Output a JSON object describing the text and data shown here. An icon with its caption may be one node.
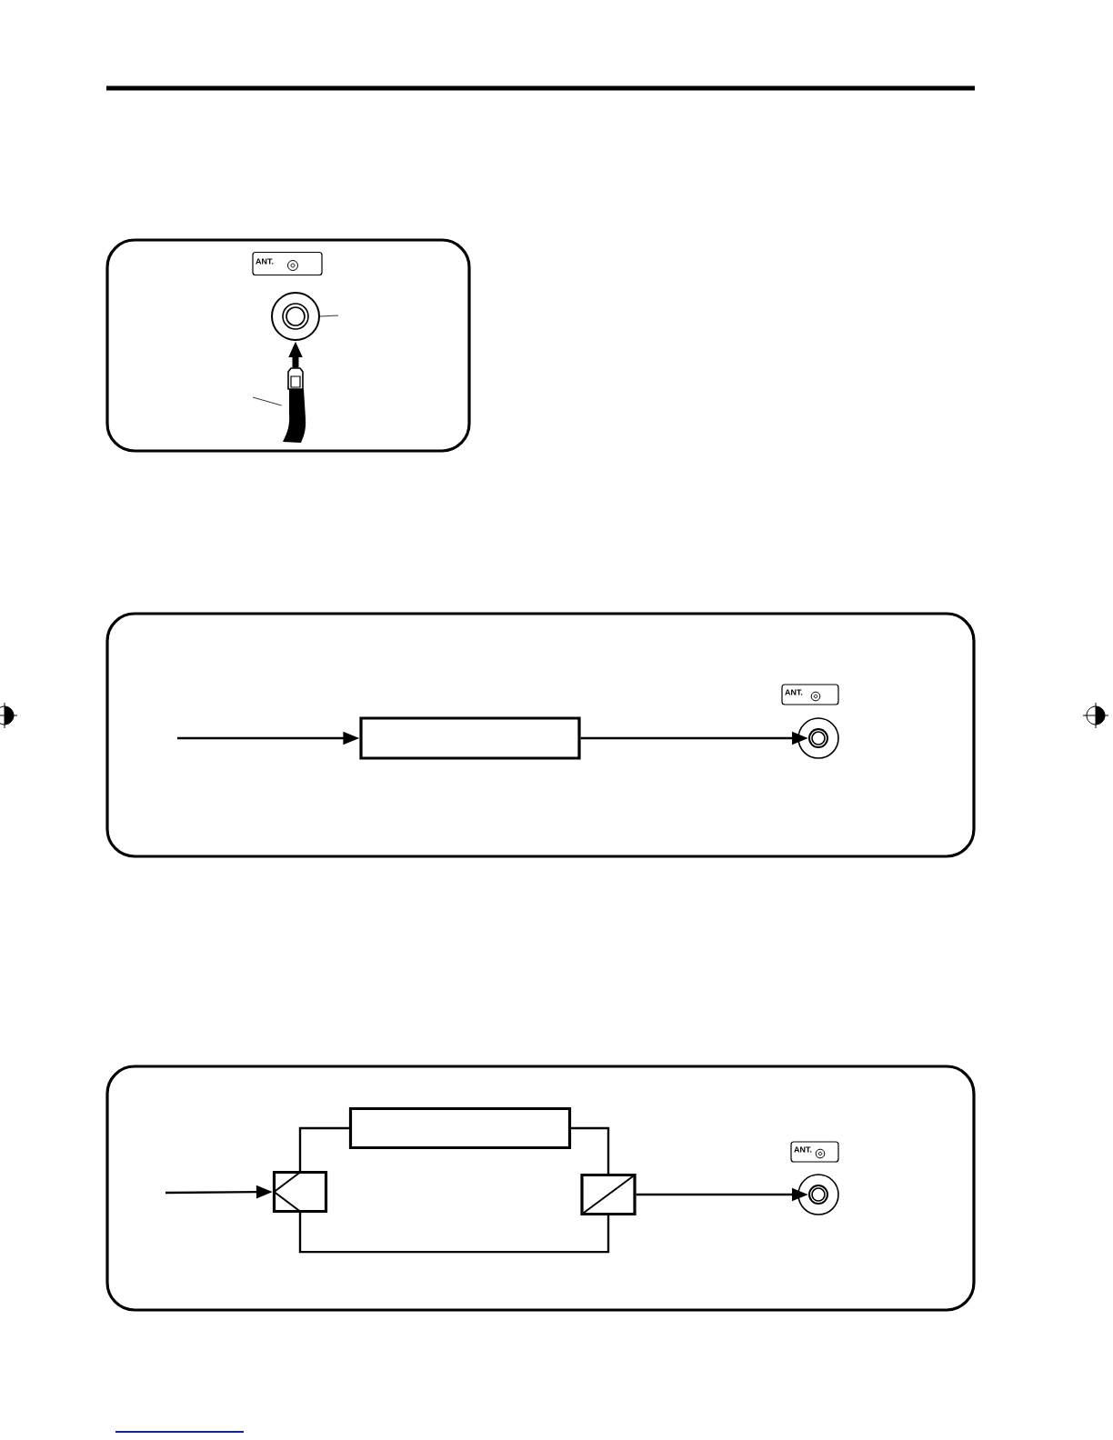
{
  "diagram": {
    "nodes": [
      {
        "text": [
          "ANT."
        ]
      },
      {
        "text": [],
        "shape": "circle"
      },
      {
        "text": [],
        "shape": "cable"
      },
      {
        "text": [],
        "shape": "box"
      },
      {
        "text": [
          "ANT."
        ]
      },
      {
        "text": [],
        "shape": "circle"
      },
      {
        "text": [],
        "shape": "box"
      },
      {
        "text": [],
        "shape": "box"
      },
      {
        "text": [],
        "shape": "box"
      },
      {
        "text": [
          "ANT."
        ]
      },
      {
        "text": [],
        "shape": "circle"
      }
    ],
    "edges": [
      {
        "from": 2,
        "to": 1,
        "arrow": "to",
        "style": "thick"
      },
      {
        "from": null,
        "to": 1,
        "arrow": "none"
      },
      {
        "from": null,
        "to": 2,
        "arrow": "none"
      },
      {
        "from": null,
        "to": 3,
        "arrow": "to"
      },
      {
        "from": 3,
        "to": 5,
        "arrow": "to"
      },
      {
        "from": null,
        "to": 7,
        "arrow": "to"
      },
      {
        "from": 7,
        "to": 6,
        "arrow": "none"
      },
      {
        "from": 6,
        "to": 8,
        "arrow": "none"
      },
      {
        "from": 7,
        "to": 8,
        "arrow": "none"
      },
      {
        "from": 8,
        "to": 10,
        "arrow": "to"
      }
    ]
  }
}
